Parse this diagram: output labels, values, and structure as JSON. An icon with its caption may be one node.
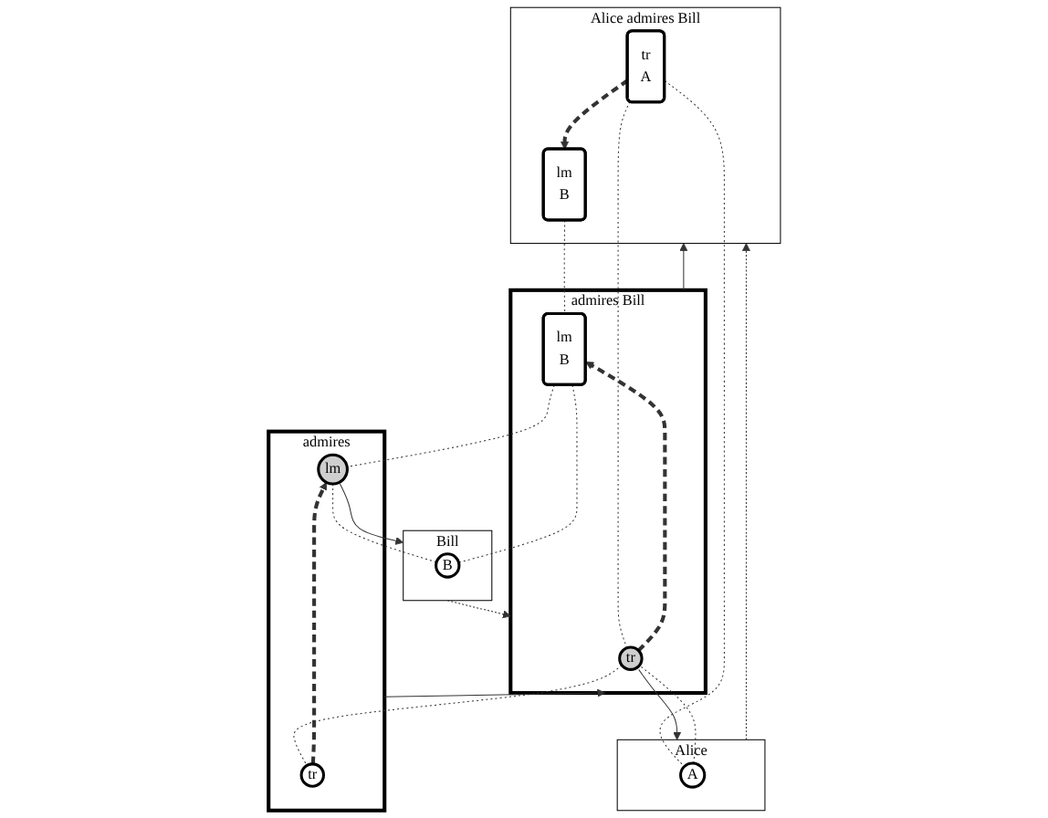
{
  "diagram": {
    "nodes": [
      {
        "text": [
          "Alice admires Bill"
        ]
      },
      {
        "text": [
          "tr",
          "A"
        ],
        "in": 0
      },
      {
        "text": [
          "lm",
          "B"
        ],
        "in": 0
      },
      {
        "text": [
          "Alice"
        ]
      },
      {
        "text": [
          "A"
        ],
        "in": 3
      },
      {
        "text": [
          "admires Bill"
        ]
      },
      {
        "text": [
          "tr"
        ],
        "in": 5
      },
      {
        "text": [
          "lm",
          "B"
        ],
        "in": 5
      },
      {
        "text": [
          "admires"
        ]
      },
      {
        "text": [
          "tr"
        ],
        "in": 8
      },
      {
        "text": [
          "lm"
        ],
        "in": 8
      },
      {
        "text": [
          "Bill"
        ]
      },
      {
        "text": [
          "B"
        ],
        "in": 11
      }
    ],
    "edges": [
      {
        "from": 1,
        "to": 2,
        "arrow": "to",
        "style": "dashed"
      },
      {
        "from": 6,
        "to": 7,
        "arrow": "to",
        "style": "dashed"
      },
      {
        "from": 9,
        "to": 10,
        "arrow": "to",
        "style": "dashed"
      },
      {
        "from": 3,
        "to": 0,
        "arrow": "to",
        "style": "dashed"
      },
      {
        "from": 5,
        "to": 0,
        "arrow": "to"
      },
      {
        "from": 6,
        "to": 3,
        "arrow": "to"
      },
      {
        "from": 8,
        "to": 5,
        "arrow": "to"
      },
      {
        "from": 11,
        "to": 5,
        "arrow": "to",
        "style": "dashed"
      },
      {
        "from": 10,
        "to": 11,
        "arrow": "to"
      },
      {
        "from": 1,
        "to": 4,
        "arrow": "none",
        "style": "dashed"
      },
      {
        "from": 1,
        "to": 6,
        "arrow": "none",
        "style": "dashed"
      },
      {
        "from": 2,
        "to": 7,
        "arrow": "none",
        "style": "dashed"
      },
      {
        "from": 4,
        "to": 6,
        "arrow": "none",
        "style": "dashed"
      },
      {
        "from": 6,
        "to": 9,
        "arrow": "none",
        "style": "dashed"
      },
      {
        "from": 7,
        "to": 10,
        "arrow": "none",
        "style": "dashed"
      },
      {
        "from": 7,
        "to": 12,
        "arrow": "none",
        "style": "dashed"
      },
      {
        "from": 10,
        "to": 12,
        "arrow": "none",
        "style": "dashed"
      }
    ]
  }
}
